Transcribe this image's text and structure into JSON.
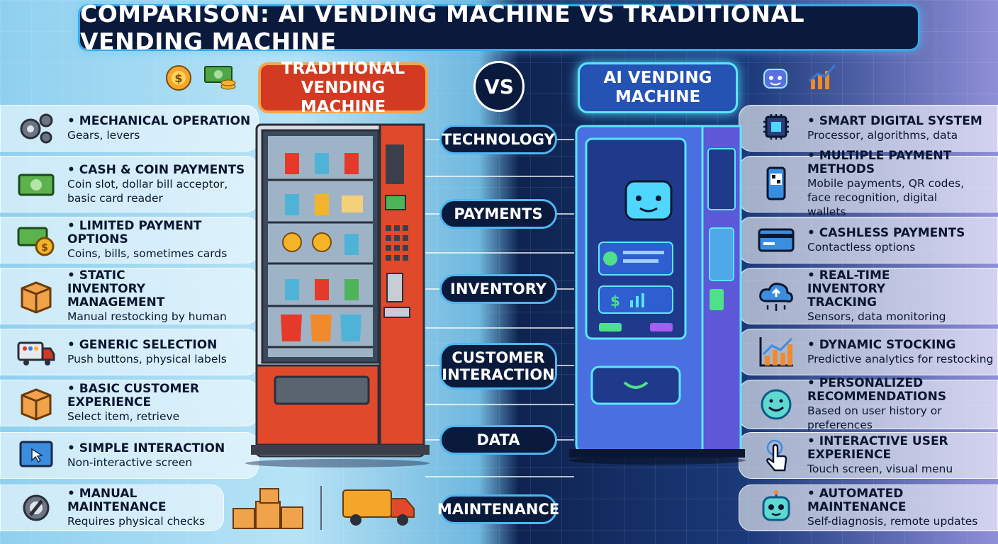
{
  "title": "COMPARISON: AI VENDING MACHINE VS TRADITIONAL VENDING MACHINE",
  "traditional_heading": "TRADITIONAL VENDING MACHINE",
  "ai_heading": "AI VENDING MACHINE",
  "vs": "VS",
  "categories": [
    "TECHNOLOGY",
    "PAYMENTS",
    "INVENTORY",
    "CUSTOMER INTERACTION",
    "DATA",
    "MAINTENANCE"
  ],
  "traditional": [
    {
      "title": "MECHANICAL OPERATION",
      "desc": "Gears, levers",
      "icon": "gears-icon"
    },
    {
      "title": "CASH & COIN PAYMENTS",
      "desc": "Coin slot, dollar bill acceptor, basic card reader",
      "icon": "cash-icon"
    },
    {
      "title": "LIMITED PAYMENT OPTIONS",
      "desc": "Coins, bills, sometimes cards",
      "icon": "bills-coin-icon"
    },
    {
      "title": "STATIC INVENTORY MANAGEMENT",
      "desc": "Manual restocking by human",
      "icon": "box-icon"
    },
    {
      "title": "GENERIC SELECTION",
      "desc": "Push buttons, physical labels",
      "icon": "truck-icon"
    },
    {
      "title": "BASIC CUSTOMER EXPERIENCE",
      "desc": "Select item, retrieve",
      "icon": "box-icon"
    },
    {
      "title": "SIMPLE INTERACTION",
      "desc": "Non-interactive screen",
      "icon": "screen-icon"
    },
    {
      "title": "MANUAL MAINTENANCE",
      "desc": "Requires physical checks",
      "icon": "wrench-gear-icon"
    }
  ],
  "ai": [
    {
      "title": "SMART DIGITAL SYSTEM",
      "desc": "Processor, algorithms, data",
      "icon": "chip-icon"
    },
    {
      "title": "MULTIPLE PAYMENT METHODS",
      "desc": "Mobile payments, QR codes, face recognition, digital wallets",
      "icon": "phone-qr-icon"
    },
    {
      "title": "CASHLESS PAYMENTS",
      "desc": "Contactless options",
      "icon": "card-icon"
    },
    {
      "title": "REAL-TIME INVENTORY TRACKING",
      "desc": "Sensors, data monitoring",
      "icon": "cloud-icon"
    },
    {
      "title": "DYNAMIC STOCKING",
      "desc": "Predictive analytics for restocking",
      "icon": "chart-icon"
    },
    {
      "title": "PERSONALIZED RECOMMENDATIONS",
      "desc": "Based on user history or preferences",
      "icon": "smile-icon"
    },
    {
      "title": "INTERACTIVE USER EXPERIENCE",
      "desc": "Touch screen, visual menu",
      "icon": "touch-icon"
    },
    {
      "title": "AUTOMATED MAINTENANCE",
      "desc": "Self-diagnosis, remote updates",
      "icon": "robot-icon"
    }
  ],
  "colors": {
    "traditional": "#d23a22",
    "ai": "#2553b4",
    "navy": "#0a1a3c"
  }
}
